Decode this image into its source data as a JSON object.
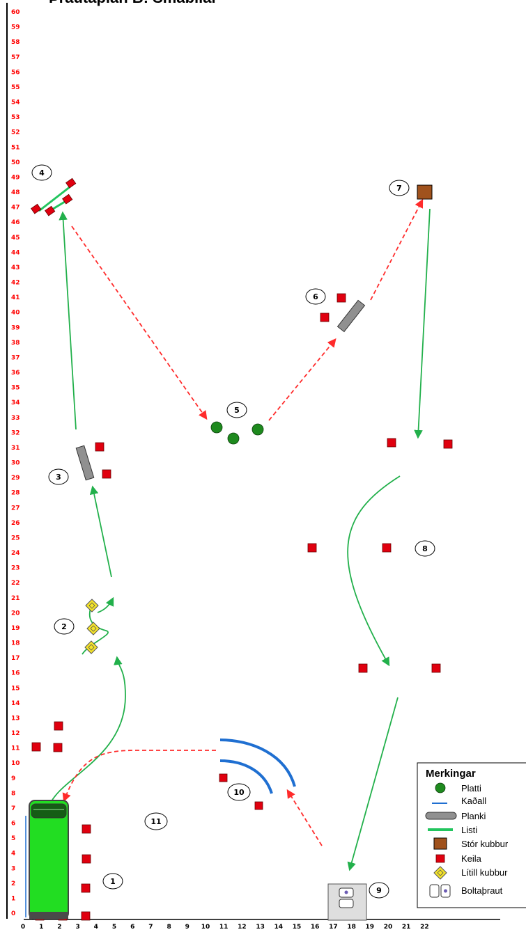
{
  "title": "Þrautaplan B: Smábílar",
  "axes": {
    "y_ticks": [
      "0",
      "1",
      "2",
      "3",
      "4",
      "5",
      "6",
      "7",
      "8",
      "9",
      "10",
      "11",
      "12",
      "13",
      "14",
      "15",
      "16",
      "17",
      "18",
      "19",
      "20",
      "21",
      "22",
      "23",
      "24",
      "25",
      "26",
      "27",
      "28",
      "29",
      "30",
      "31",
      "32",
      "33",
      "34",
      "35",
      "36",
      "37",
      "38",
      "39",
      "40",
      "41",
      "42",
      "43",
      "44",
      "45",
      "46",
      "47",
      "48",
      "49",
      "50",
      "51",
      "52",
      "53",
      "54",
      "55",
      "56",
      "57",
      "58",
      "59",
      "60"
    ],
    "x_ticks": [
      "0",
      "1",
      "2",
      "3",
      "4",
      "5",
      "6",
      "7",
      "8",
      "9",
      "10",
      "11",
      "12",
      "13",
      "14",
      "15",
      "16",
      "17",
      "18",
      "19",
      "20",
      "21",
      "22"
    ]
  },
  "stations": [
    "1",
    "2",
    "3",
    "4",
    "5",
    "6",
    "7",
    "8",
    "9",
    "10",
    "11"
  ],
  "legend": {
    "title": "Merkingar",
    "items": [
      {
        "icon": "platti-icon",
        "label": "Platti"
      },
      {
        "icon": "kadall-icon",
        "label": "Kaðall"
      },
      {
        "icon": "planki-icon",
        "label": "Planki"
      },
      {
        "icon": "listi-icon",
        "label": "Listi"
      },
      {
        "icon": "stor-kubbur-icon",
        "label": "Stór kubbur"
      },
      {
        "icon": "keila-icon",
        "label": "Keila"
      },
      {
        "icon": "litill-kubbur-icon",
        "label": "Lítill kubbur"
      },
      {
        "icon": "boltaprautr-icon",
        "label": "Boltaþraut"
      }
    ]
  },
  "colors": {
    "keila": "#e0000f",
    "platti": "#1e8a1e",
    "kadall": "#1f6fd1",
    "planki": "#909090",
    "listi": "#22c55e",
    "stor_kubbur": "#a0521d",
    "litill_kubbur": "#f5e42a",
    "drive_path": "#22b04b",
    "reverse_path": "#ff2b2b",
    "car": "#22dd22"
  }
}
